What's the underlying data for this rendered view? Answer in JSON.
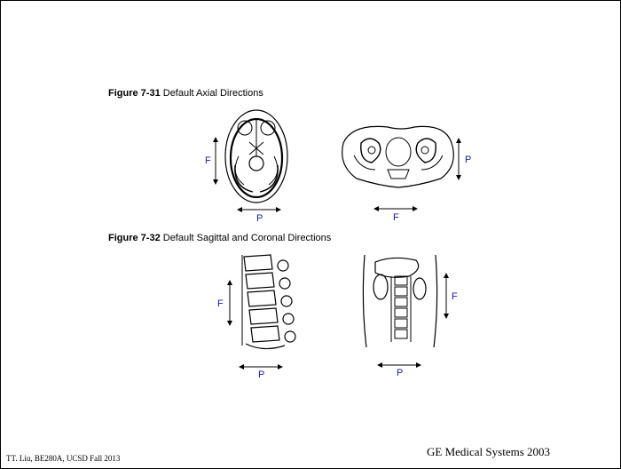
{
  "figures": [
    {
      "number_label": "Figure 7-31",
      "caption": "Default Axial Directions",
      "panels": [
        {
          "name": "axial-brain",
          "vertical_label": "F",
          "horizontal_label": "P"
        },
        {
          "name": "axial-pelvis",
          "vertical_label": "P",
          "horizontal_label": "F"
        }
      ]
    },
    {
      "number_label": "Figure 7-32",
      "caption": "Default Sagittal and Coronal Directions",
      "panels": [
        {
          "name": "sagittal-spine",
          "vertical_label": "F",
          "horizontal_label": "P"
        },
        {
          "name": "coronal-abdomen",
          "vertical_label": "F",
          "horizontal_label": "P"
        }
      ]
    }
  ],
  "footer": {
    "left": "TT. Liu, BE280A, UCSD Fall 2013",
    "right": "GE Medical Systems 2003"
  },
  "colors": {
    "direction_label": "#1a1aa6",
    "line": "#000000",
    "background": "#ffffff"
  }
}
